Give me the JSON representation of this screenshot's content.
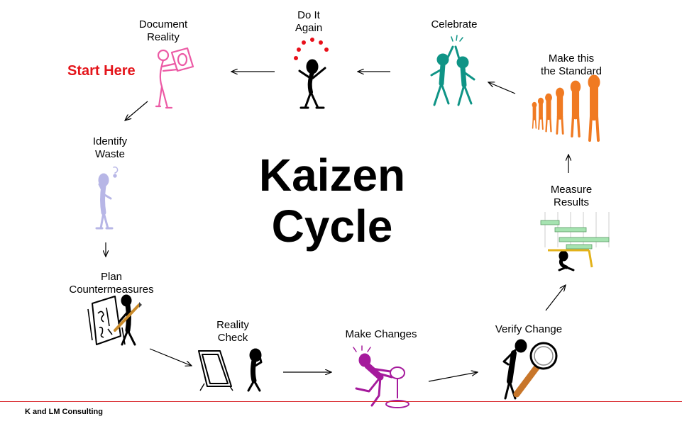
{
  "title": {
    "line1": "Kaizen",
    "line2": "Cycle"
  },
  "start_here": "Start Here",
  "steps": [
    {
      "id": "document-reality",
      "lines": [
        "Document",
        "Reality"
      ]
    },
    {
      "id": "identify-waste",
      "lines": [
        "Identify",
        "Waste"
      ]
    },
    {
      "id": "plan-countermeasures",
      "lines": [
        "Plan",
        "Countermeasures"
      ]
    },
    {
      "id": "reality-check",
      "lines": [
        "Reality",
        "Check"
      ]
    },
    {
      "id": "make-changes",
      "lines": [
        "Make Changes"
      ]
    },
    {
      "id": "verify-change",
      "lines": [
        "Verify Change"
      ]
    },
    {
      "id": "measure-results",
      "lines": [
        "Measure",
        "Results"
      ]
    },
    {
      "id": "make-standard",
      "lines": [
        "Make this",
        "the Standard"
      ]
    },
    {
      "id": "celebrate",
      "lines": [
        "Celebrate"
      ]
    },
    {
      "id": "do-it-again",
      "lines": [
        "Do It",
        "Again"
      ]
    }
  ],
  "footer": "K and LM Consulting",
  "colors": {
    "start_here": "#e4151b",
    "document": "#ec5aa5",
    "identify": "#b7b6e6",
    "make_changes": "#a51a9c",
    "standard": "#f07a22",
    "celebrate": "#0f9486",
    "juggle": "#e8101a",
    "bars": "#a6e3b1",
    "lens": "#c8762a"
  }
}
